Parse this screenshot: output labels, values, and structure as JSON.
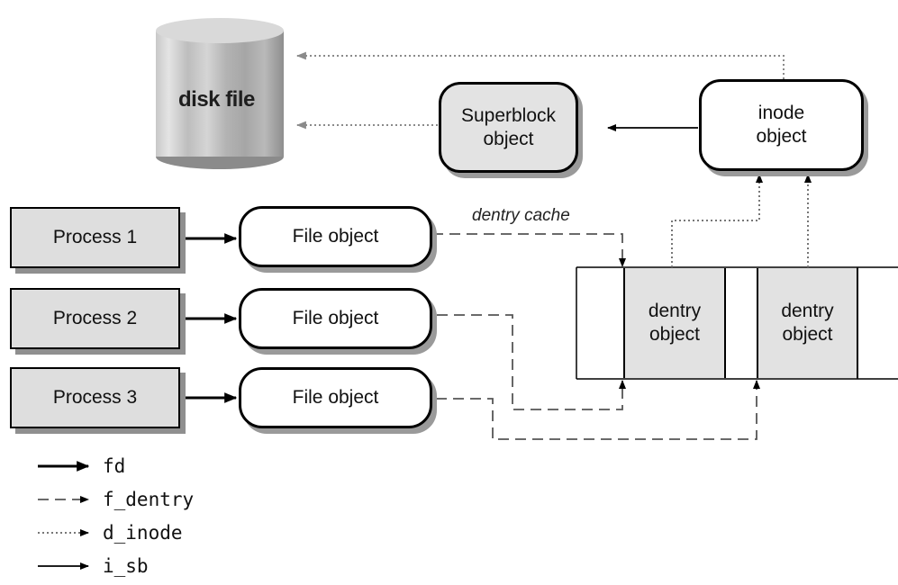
{
  "disk": {
    "label": "disk file"
  },
  "superblock": {
    "label": "Superblock\nobject"
  },
  "inode": {
    "label": "inode\nobject"
  },
  "dentry_cache": {
    "label": "dentry cache",
    "entries": [
      {
        "label": "dentry\nobject"
      },
      {
        "label": "dentry\nobject"
      }
    ]
  },
  "processes": [
    {
      "label": "Process 1",
      "file_object": "File object"
    },
    {
      "label": "Process 2",
      "file_object": "File object"
    },
    {
      "label": "Process 3",
      "file_object": "File object"
    }
  ],
  "legend": [
    {
      "label": "fd",
      "style": "solid-bold"
    },
    {
      "label": "f_dentry",
      "style": "dashed"
    },
    {
      "label": "d_inode",
      "style": "dotted"
    },
    {
      "label": "i_sb",
      "style": "solid-thin"
    }
  ]
}
